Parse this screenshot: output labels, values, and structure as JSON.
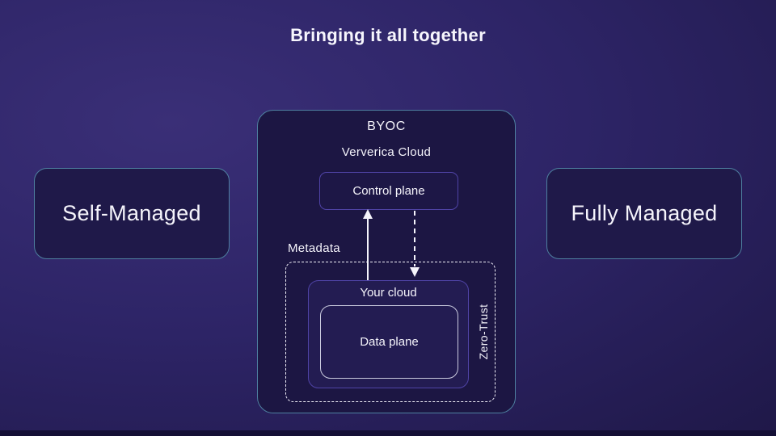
{
  "title": "Bringing it all together",
  "left_box": {
    "label": "Self-Managed"
  },
  "right_box": {
    "label": "Fully Managed"
  },
  "byoc": {
    "title": "BYOC",
    "subtitle": "Ververica Cloud",
    "control_plane": {
      "label": "Control plane"
    },
    "metadata": {
      "label": "Metadata"
    },
    "your_cloud": {
      "label": "Your cloud"
    },
    "data_plane": {
      "label": "Data plane"
    },
    "zero_trust": {
      "label": "Zero-Trust"
    }
  },
  "colors": {
    "background_highlight": "#3a2f77",
    "background_mid": "#2d2466",
    "background_dark": "#1f1848",
    "teal_border": "#4e80a0",
    "indigo_border": "#4f43a6",
    "light_border": "#c9cade",
    "dashed_border": "#f0eff8",
    "box_fill_dark": "#1c1643",
    "box_fill_inner": "#231c52",
    "text": "#f5f4fb"
  }
}
